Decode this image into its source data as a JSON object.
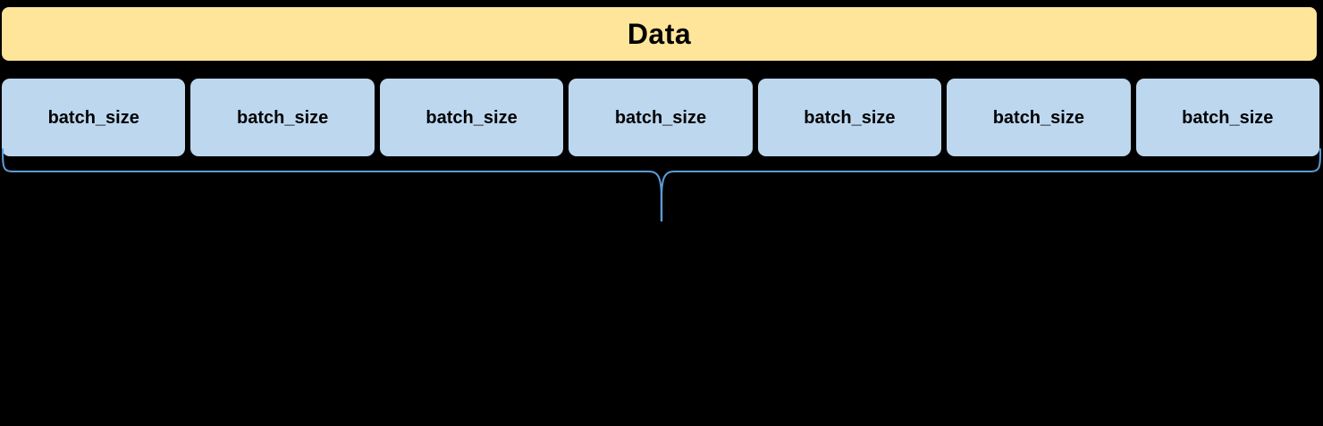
{
  "diagram": {
    "title": "Data",
    "background_color": "#000000",
    "header": {
      "label": "Data",
      "fill_color": "#FFE599",
      "text_color": "#000000"
    },
    "segments": {
      "fill_color": "#BDD7EE",
      "text_color": "#000000",
      "count": 7,
      "items": [
        {
          "label": "batch_size"
        },
        {
          "label": "batch_size"
        },
        {
          "label": "batch_size"
        },
        {
          "label": "batch_size"
        },
        {
          "label": "batch_size"
        },
        {
          "label": "batch_size"
        },
        {
          "label": "batch_size"
        }
      ]
    },
    "brace": {
      "color": "#5B9BD5",
      "orientation": "down",
      "label": ""
    }
  }
}
